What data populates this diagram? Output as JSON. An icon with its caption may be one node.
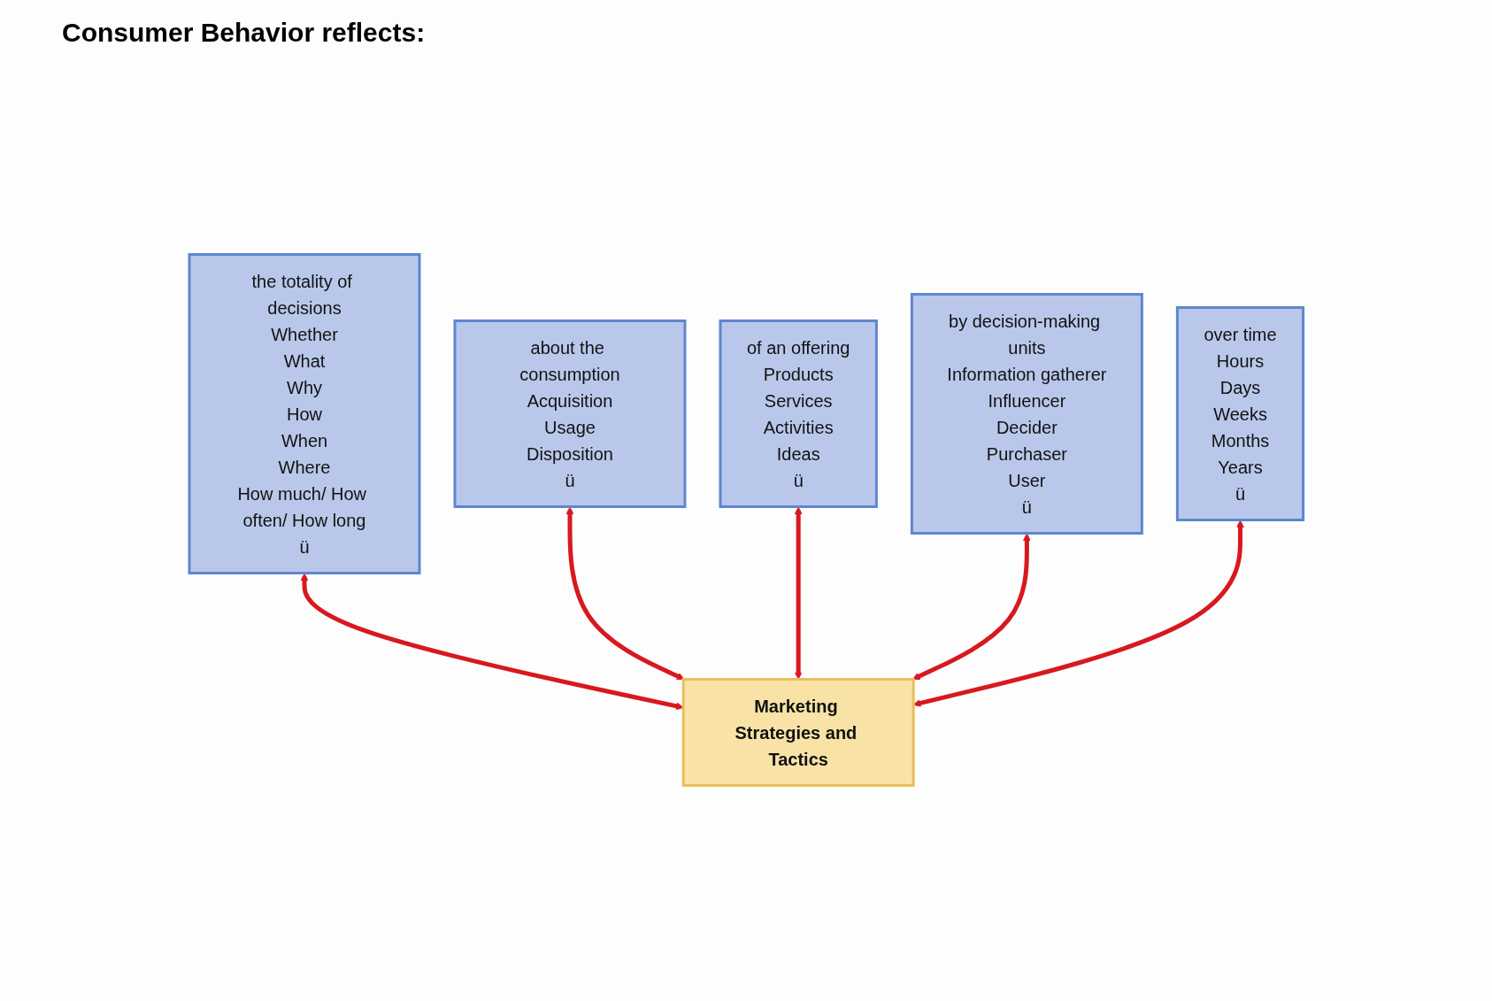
{
  "diagram": {
    "title": "Consumer Behavior reflects:",
    "nodes": [
      {
        "text": [
          "the totality of decisions",
          "Whether",
          "What",
          "Why",
          "How",
          "When",
          "Where",
          "How much/ How often/ How long",
          "ü"
        ]
      },
      {
        "text": [
          "about the consumption",
          "Acquisition",
          "Usage",
          "Disposition",
          "ü"
        ]
      },
      {
        "text": [
          "of an offering",
          "Products",
          "Services",
          "Activities",
          "Ideas",
          "ü"
        ]
      },
      {
        "text": [
          "by decision-making units",
          "Information gatherer",
          "Influencer",
          "Decider",
          "Purchaser",
          "User",
          "ü"
        ]
      },
      {
        "text": [
          "over time",
          "Hours",
          "Days",
          "Weeks",
          "Months",
          "Years",
          "ü"
        ]
      },
      {
        "text": [
          "Marketing Strategies and Tactics"
        ]
      }
    ],
    "edges": [
      {
        "from": 0,
        "to": 5,
        "arrow": "both"
      },
      {
        "from": 1,
        "to": 5,
        "arrow": "both"
      },
      {
        "from": 2,
        "to": 5,
        "arrow": "both"
      },
      {
        "from": 3,
        "to": 5,
        "arrow": "both"
      },
      {
        "from": 4,
        "to": 5,
        "arrow": "both"
      }
    ]
  }
}
